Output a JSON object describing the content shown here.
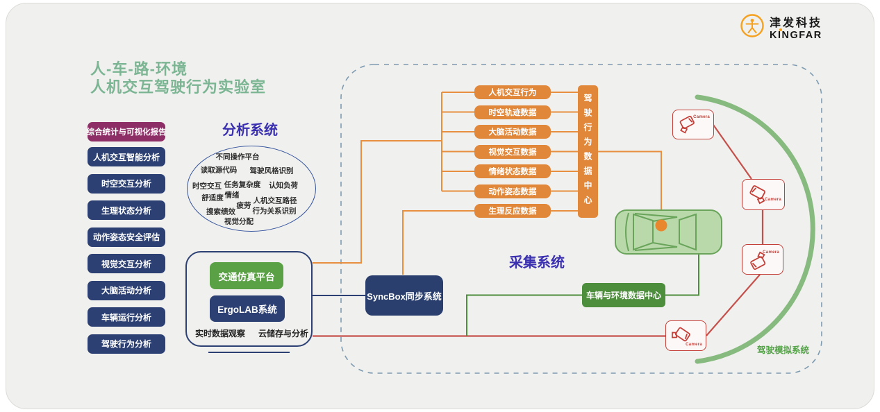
{
  "logo": {
    "company_cn": "津发科技",
    "company_en": "KINGFAR"
  },
  "title": {
    "line1": "人-车-路-环境",
    "line2": "人机交互驾驶行为实验室"
  },
  "left_panel": {
    "report_button": "综合统计与可视化报告",
    "items": [
      "人机交互智能分析",
      "时空交互分析",
      "生理状态分析",
      "动作姿态安全评估",
      "视觉交互分析",
      "大脑活动分析",
      "车辆运行分析",
      "驾驶行为分析"
    ]
  },
  "analysis_system": {
    "label": "分析系统",
    "ellipse_items": [
      "不同操作平台",
      "读取源代码",
      "驾驶风格识别",
      "时空交互",
      "任务复杂度",
      "认知负荷",
      "舒适度",
      "情绪",
      "疲劳",
      "人机交互路径",
      "搜索绩效",
      "行为关系识别",
      "视觉分配"
    ],
    "platform_box": {
      "simulation": "交通仿真平台",
      "ergolab": "ErgoLAB系统",
      "realtime": "实时数据观察",
      "cloud": "云储存与分析"
    }
  },
  "syncbox": {
    "label": "SyncBox同步系统"
  },
  "collection_system": {
    "label": "采集系统",
    "data_items": [
      "人机交互行为",
      "时空轨迹数据",
      "大脑活动数据",
      "视觉交互数据",
      "情绪状态数据",
      "动作姿态数据",
      "生理反应数据"
    ],
    "driving_data_center": "驾驶行为数据中心",
    "vehicle_env_center": "车辆与环境数据中心",
    "camera_label": "Camera",
    "simulator_label": "驾驶模拟系统"
  },
  "colors": {
    "title_green": "#7cb593",
    "navy": "#2c4073",
    "purple": "#8e2e66",
    "orange": "#e1873a",
    "green_button": "#59a144",
    "green_center": "#4d8e3c",
    "car_fill": "#b9d9ab",
    "arc_green": "#87ba7f",
    "red": "#c5504b",
    "heading_blue": "#3a30b0",
    "dashed_border": "#7e9bb1",
    "logo_orange": "#f5a01e"
  }
}
